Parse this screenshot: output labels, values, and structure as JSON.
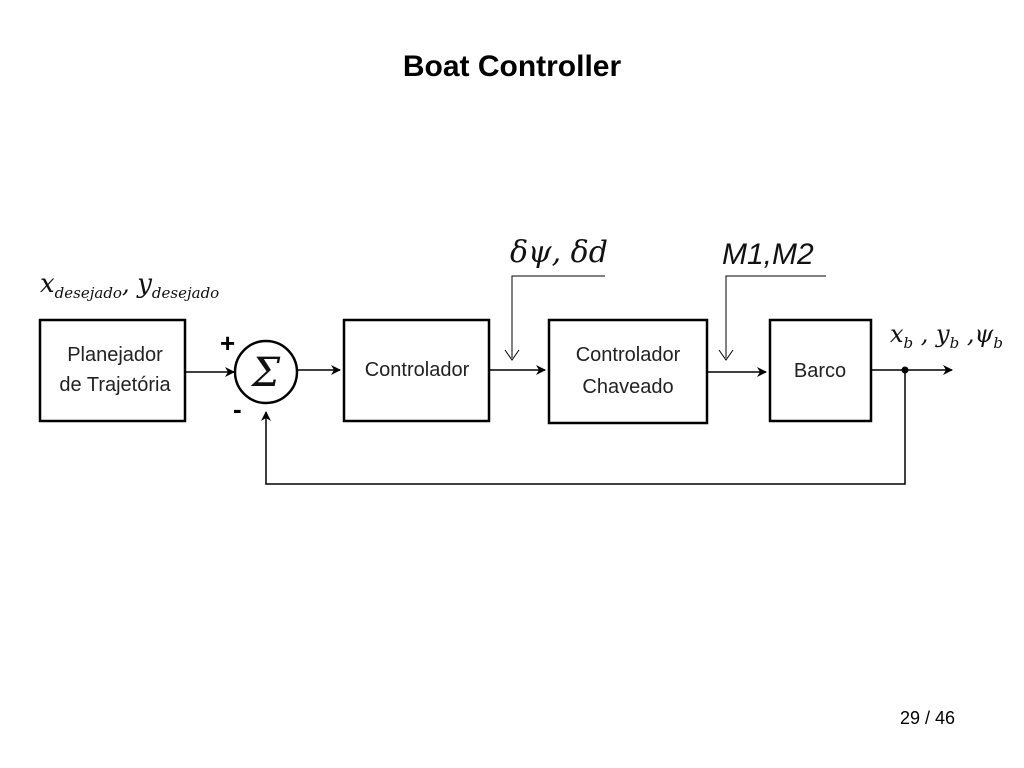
{
  "slide": {
    "title": "Boat Controller",
    "page_number": "29 / 46"
  },
  "diagram": {
    "input_signal": {
      "x_var": "x",
      "y_var": "y",
      "subscript": "desejado"
    },
    "blocks": {
      "planner": {
        "line1": "Planejador",
        "line2": "de Trajetória"
      },
      "summing": {
        "symbol": "Σ",
        "plus": "+",
        "minus": "-"
      },
      "controller": {
        "label": "Controlador"
      },
      "switched_controller": {
        "line1": "Controlador",
        "line2": "Chaveado"
      },
      "boat": {
        "label": "Barco"
      }
    },
    "signals": {
      "delta": "δψ, δd",
      "motors": "M1,M2",
      "output": {
        "x_var": "x",
        "y_var": "y",
        "psi_var": "ψ",
        "subscript": "b"
      }
    }
  }
}
